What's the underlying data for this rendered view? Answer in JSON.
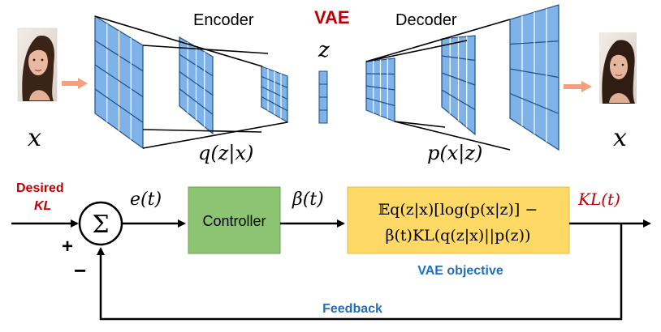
{
  "vae": {
    "title": "VAE",
    "encoder_label": "Encoder",
    "decoder_label": "Decoder",
    "latent_label": "z",
    "input_label": "x",
    "output_label": "x",
    "encoder_dist": "q(z|x)",
    "decoder_dist": "p(x|z)"
  },
  "control": {
    "desired_line1": "Desired",
    "desired_line2": "KL",
    "sum_symbol": "Σ",
    "plus_sign": "+",
    "minus_sign": "−",
    "error_label": "e(t)",
    "controller_label": "Controller",
    "beta_label": "β(t)",
    "objective_line1": "𝔼q(z|x)[log(p(x|z)] −",
    "objective_line2": "β(t)KL(q(z|x)||p(z))",
    "objective_caption": "VAE objective",
    "output_label": "KL(t)",
    "feedback_label": "Feedback"
  },
  "colors": {
    "grid_fill": "#7fb2e6",
    "grid_line": "#1f4f8a",
    "controller_fill": "#8cc474",
    "objective_fill": "#ffd966",
    "red_text": "#c00000",
    "blue_text": "#1f6fbf",
    "arrow_orange": "#f4a07f"
  }
}
